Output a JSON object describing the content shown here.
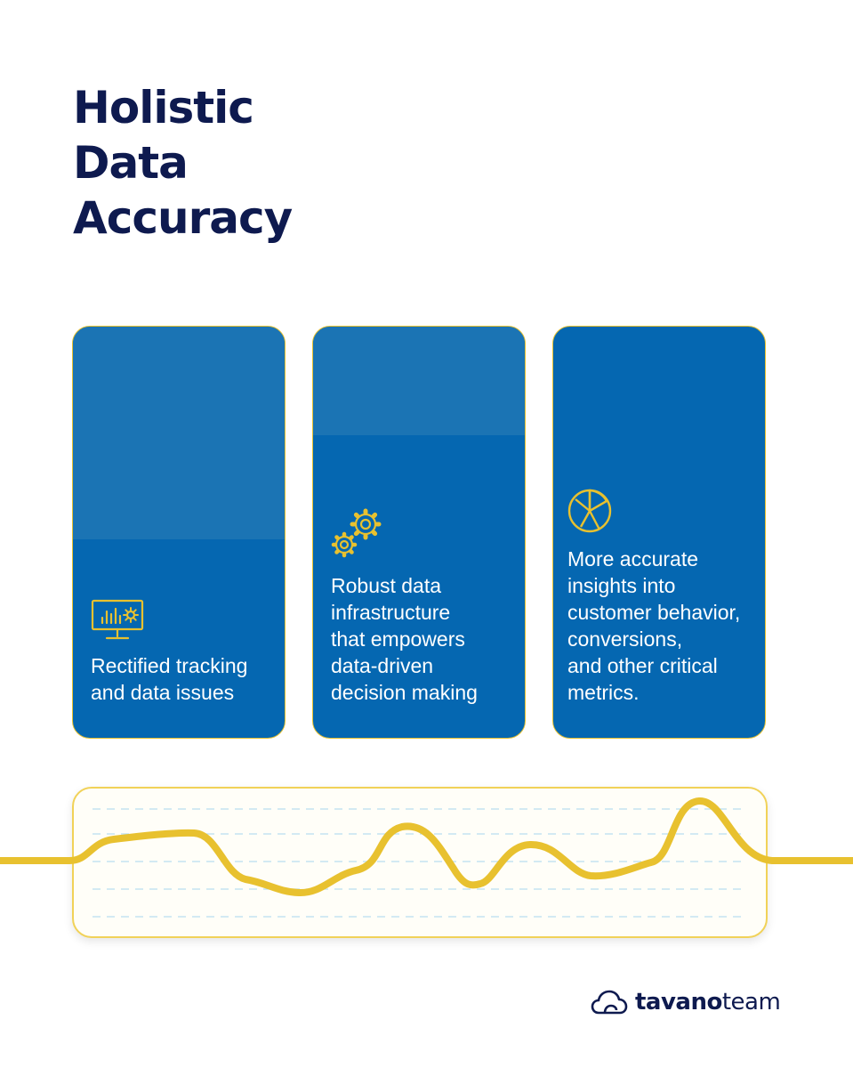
{
  "header": {
    "title_lines": [
      "Holistic",
      "Data",
      "Accuracy"
    ]
  },
  "cards": [
    {
      "icon": "monitor-chart-gear-icon",
      "lines": [
        "Rectified tracking",
        "and data issues"
      ]
    },
    {
      "icon": "gears-icon",
      "lines": [
        "Robust data",
        "infrastructure",
        "that empowers",
        "data-driven",
        "decision making"
      ]
    },
    {
      "icon": "pie-chart-icon",
      "lines": [
        "More accurate",
        "insights into",
        "customer behavior,",
        "conversions,",
        "and other critical",
        "metrics."
      ]
    }
  ],
  "colors": {
    "navy": "#0e1a4f",
    "card_blue": "#0567b1",
    "card_band": "#1b74b4",
    "accent_yellow": "#e8c12f",
    "grid_line": "#b9dff0"
  },
  "logo": {
    "icon": "cloud-icon",
    "brand_bold": "tavano",
    "brand_light": "team"
  }
}
